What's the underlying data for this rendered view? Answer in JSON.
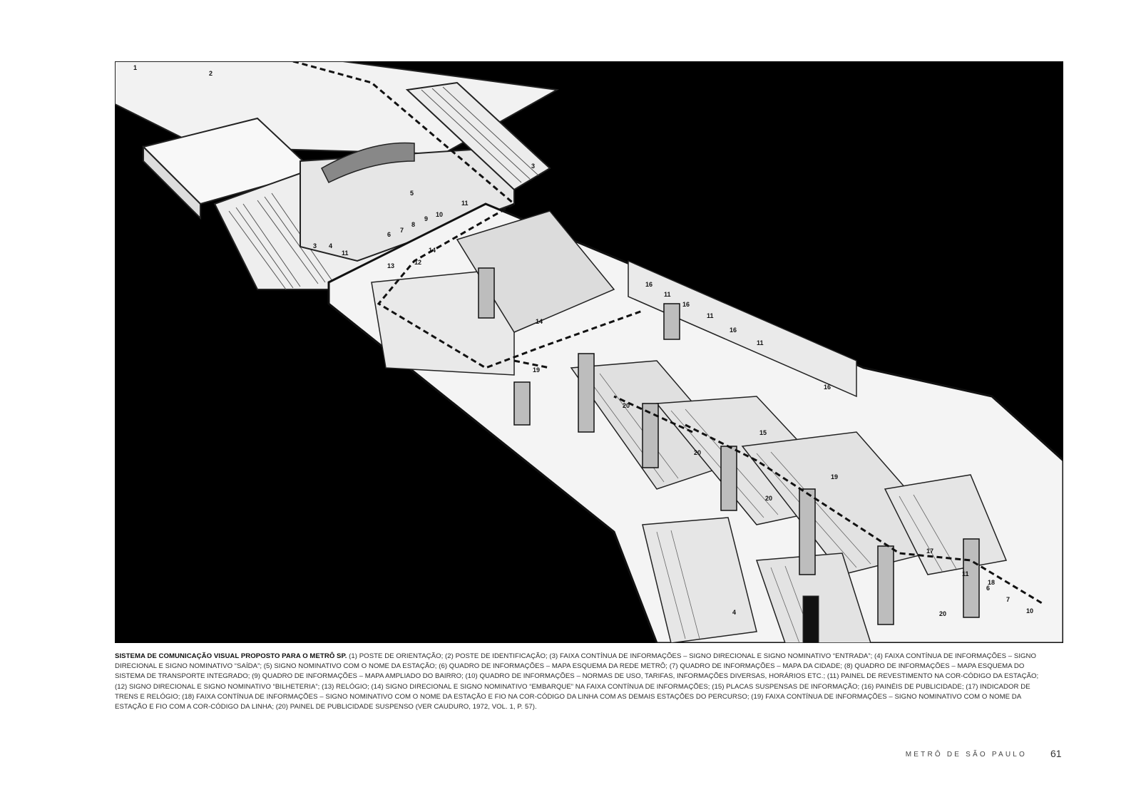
{
  "figure": {
    "labels": {
      "l1": "1",
      "l2": "2",
      "l3a": "3",
      "l3b": "3",
      "l4a": "4",
      "l4b": "4",
      "l5": "5",
      "l6a": "6",
      "l7a": "7",
      "l8": "8",
      "l9": "9",
      "l10a": "10",
      "l11a": "11",
      "l11b": "11",
      "l11c": "11",
      "l11d": "11",
      "l11e": "11",
      "l12": "12",
      "l13": "13",
      "l14a": "14",
      "l14b": "14",
      "l15": "15",
      "l16a": "16",
      "l16b": "16",
      "l16c": "16",
      "l16d": "16",
      "l17": "17",
      "l18": "18",
      "l19a": "19",
      "l19b": "19",
      "l20a": "20",
      "l20b": "20",
      "l20c": "20",
      "l20d": "20",
      "l6b": "6",
      "l7b": "7",
      "l10b": "10",
      "l11f": "11"
    }
  },
  "caption": {
    "title": "SISTEMA DE COMUNICAÇÃO VISUAL PROPOSTO PARA O METRÔ SP.",
    "body": "(1) POSTE DE ORIENTAÇÃO; (2) POSTE DE IDENTIFICAÇÃO; (3) FAIXA CONTÍNUA DE INFORMAÇÕES – SIGNO DIRECIONAL E SIGNO NOMINATIVO “ENTRADA”; (4) FAIXA CONTÍNUA DE INFORMAÇÕES – SIGNO DIRECIONAL E SIGNO NOMINATIVO “SAÍDA”; (5) SIGNO NOMINATIVO COM O NOME DA ESTAÇÃO; (6) QUADRO DE INFORMAÇÕES – MAPA ESQUEMA DA REDE METRÔ; (7) QUADRO DE INFORMAÇÕES – MAPA DA CIDADE; (8) QUADRO DE INFORMAÇÕES – MAPA ESQUEMA DO SISTEMA DE TRANSPORTE INTEGRADO; (9) QUADRO DE INFORMAÇÕES – MAPA AMPLIADO DO BAIRRO; (10) QUADRO DE INFORMAÇÕES – NORMAS DE USO, TARIFAS, INFORMAÇÕES DIVERSAS, HORÁRIOS ETC.; (11) PAINEL DE REVESTIMENTO NA COR-CÓDIGO DA ESTAÇÃO; (12) SIGNO DIRECIONAL E SIGNO NOMINATIVO “BILHETERIA”; (13) RELÓGIO; (14) SIGNO DIRECIONAL E SIGNO NOMINATIVO “EMBARQUE” NA FAIXA CONTÍNUA DE INFORMAÇÕES; (15) PLACAS SUSPENSAS DE INFORMAÇÃO; (16) PAINÉIS DE PUBLICIDADE; (17) INDICADOR DE TRENS E RELÓGIO; (18) FAIXA CONTÍNUA DE INFORMAÇÕES – SIGNO NOMINATIVO COM O NOME DA ESTAÇÃO E FIO NA COR-CÓDIGO DA LINHA COM AS DEMAIS ESTAÇÕES DO PERCURSO; (19) FAIXA CONTÍNUA DE INFORMAÇÕES – SIGNO NOMINATIVO COM O NOME DA ESTAÇÃO E FIO COM A COR-CÓDIGO DA LINHA; (20) PAINEL DE PUBLICIDADE SUSPENSO (VER CAUDURO, 1972, VOL. 1, P. 57)."
  },
  "footer": {
    "running_title": "METRÔ DE SÃO PAULO",
    "page_number": "61"
  }
}
